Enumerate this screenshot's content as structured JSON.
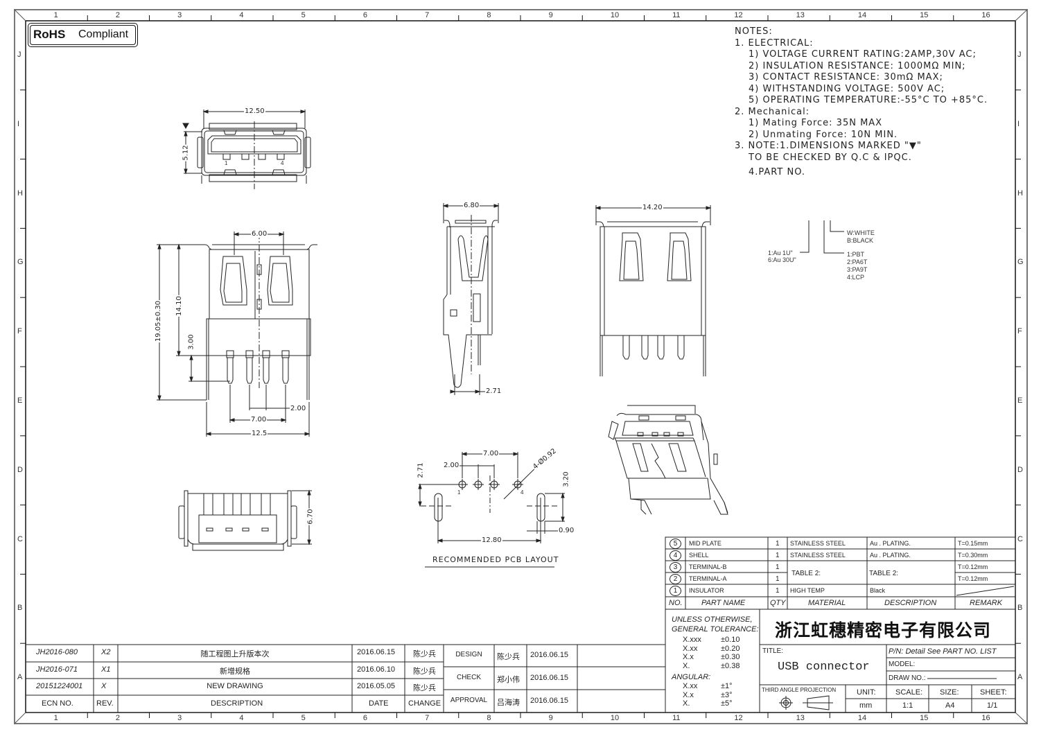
{
  "rohs_badge": {
    "bold": "RoHS",
    "text": "Compliant"
  },
  "border": {
    "columns": [
      "1",
      "2",
      "3",
      "4",
      "5",
      "6",
      "7",
      "8",
      "9",
      "10",
      "11",
      "12",
      "13",
      "14",
      "15",
      "16"
    ],
    "rows": [
      "J",
      "I",
      "H",
      "G",
      "F",
      "E",
      "D",
      "C",
      "B",
      "A"
    ]
  },
  "notes": {
    "heading": "NOTES:",
    "lines": [
      "1. ELECTRICAL:",
      "1) VOLTAGE CURRENT RATING:2AMP,30V AC;",
      "2) INSULATION RESISTANCE: 1000MΩ MIN;",
      "3) CONTACT RESISTANCE: 30mΩ MAX;",
      "4) WITHSTANDING VOLTAGE: 500V AC;",
      "5) OPERATING TEMPERATURE:-55°C TO +85°C.",
      "2. Mechanical:",
      "1) Mating Force:  35N MAX",
      "2) Unmating Force:  10N MIN.",
      "3. NOTE:1.DIMENSIONS MARKED \"▼\"",
      "TO BE CHECKED BY Q.C & IPQC.",
      "4.PART NO."
    ]
  },
  "part_no_legend": {
    "plating": [
      "1:Au 1U\"",
      "6:Au 30U\""
    ],
    "color": [
      "W:WHITE",
      "B:BLACK"
    ],
    "material": [
      "1:PBT",
      "2:PA6T",
      "3:PA9T",
      "4:LCP"
    ]
  },
  "dimensions": {
    "top_view_width": "12.50",
    "top_view_height": "5.12",
    "pin_1": "1",
    "pin_4": "4",
    "front_pin_pitch_span": "6.00",
    "front_total_height": "19.05±0.30",
    "front_body_height": "14.10",
    "front_pin_length": "3.00",
    "front_pin_pitch": "2.00",
    "front_outer_pins": "7.00",
    "front_width": "12.5",
    "side_width": "6.80",
    "side_offset": "2.71",
    "rear_width": "14.20",
    "bottom_height": "6.70"
  },
  "pcb_layout": {
    "title": "RECOMMENDED PCB LAYOUT",
    "pitch_outer": "7.00",
    "pitch": "2.00",
    "hole": "4-Ø0.92",
    "row_offset": "2.71",
    "slot_length": "3.20",
    "slot_width": "0.90",
    "slot_span": "12.80",
    "pin_1": "1",
    "pin_4": "4"
  },
  "bom": {
    "rows": [
      {
        "no": "5",
        "part": "MID PLATE",
        "qty": "1",
        "material": "STAINLESS STEEL",
        "desc": "Au . PLATING.",
        "remark": "T=0.15mm"
      },
      {
        "no": "4",
        "part": "SHELL",
        "qty": "1",
        "material": "STAINLESS STEEL",
        "desc": "Au . PLATING.",
        "remark": "T=0.30mm"
      },
      {
        "no": "3",
        "part": "TERMINAL-B",
        "qty": "1",
        "material": "TABLE 2:",
        "desc": "TABLE 2:",
        "remark": "T=0.12mm"
      },
      {
        "no": "2",
        "part": "TERMINAL-A",
        "qty": "1",
        "material": "",
        "desc": "",
        "remark": "T=0.12mm"
      },
      {
        "no": "1",
        "part": "INSULATOR",
        "qty": "1",
        "material": "HIGH TEMP",
        "desc": "Black",
        "remark": ""
      }
    ],
    "headers": {
      "no": "NO.",
      "part": "PART NAME",
      "qty": "QTY",
      "material": "MATERIAL",
      "desc": "DESCRIPTION",
      "remark": "REMARK"
    }
  },
  "tolerance": {
    "heading1": "UNLESS OTHERWISE,",
    "heading2": "GENERAL TOLERANCE:",
    "linear": [
      {
        "k": "X.xxx",
        "v": "±0.10"
      },
      {
        "k": "X.xx",
        "v": "±0.20"
      },
      {
        "k": "X.x",
        "v": "±0.30"
      },
      {
        "k": "X.",
        "v": "±0.38"
      }
    ],
    "angular_label": "ANGULAR:",
    "angular": [
      {
        "k": "X.xx",
        "v": "±1°"
      },
      {
        "k": "X.x",
        "v": "±3°"
      },
      {
        "k": "X.",
        "v": "±5°"
      }
    ]
  },
  "title_block": {
    "company": "浙江虹穗精密电子有限公司",
    "title_label": "TITLE:",
    "title": "USB connector",
    "pn": "P/N: Detail See PART NO. LIST",
    "model_label": "MODEL:",
    "draw_no_label": "DRAW NO.:",
    "projection_label": "THIRD ANGLE PROJECTION",
    "unit_label": "UNIT:",
    "unit": "mm",
    "scale_label": "SCALE:",
    "scale": "1:1",
    "size_label": "SIZE:",
    "size": "A4",
    "sheet_label": "SHEET:",
    "sheet": "1/1"
  },
  "revisions": {
    "rows": [
      {
        "ecn": "JH2016-080",
        "rev": "X2",
        "desc": "随工程图上升版本次",
        "date": "2016.06.15",
        "change": "陈少兵"
      },
      {
        "ecn": "JH2016-071",
        "rev": "X1",
        "desc": "新增规格",
        "date": "2016.06.10",
        "change": "陈少兵"
      },
      {
        "ecn": "20151224001",
        "rev": "X",
        "desc": "NEW DRAWING",
        "date": "2016.05.05",
        "change": "陈少兵"
      }
    ],
    "headers": {
      "ecn": "ECN NO.",
      "rev": "REV.",
      "desc": "DESCRIPTION",
      "date": "DATE",
      "change": "CHANGE"
    }
  },
  "approvals": [
    {
      "role": "DESIGN",
      "name": "陈少兵",
      "date": "2016.06.15"
    },
    {
      "role": "CHECK",
      "name": "郑小伟",
      "date": "2016.06.15"
    },
    {
      "role": "APPROVAL",
      "name": "吕海涛",
      "date": "2016.06.15"
    }
  ]
}
